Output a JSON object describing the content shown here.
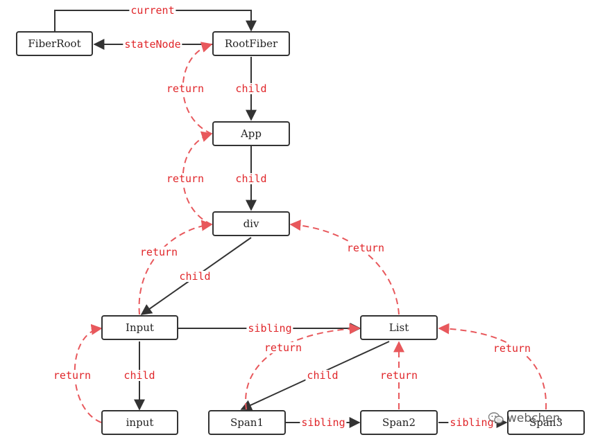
{
  "nodes": {
    "fiberroot": "FiberRoot",
    "rootfiber": "RootFiber",
    "app": "App",
    "div": "div",
    "input_comp": "Input",
    "list": "List",
    "input_el": "input",
    "span1": "Span1",
    "span2": "Span2",
    "span3": "Span3"
  },
  "edges": {
    "current": "current",
    "statenode": "stateNode",
    "child_rootfiber_app": "child",
    "return_app_rootfiber": "return",
    "child_app_div": "child",
    "return_div_app": "return",
    "child_div_input": "child",
    "return_input_div": "return",
    "return_list_div": "return",
    "sibling_input_list": "sibling",
    "child_input_input": "child",
    "return_input_el": "return",
    "child_list_span1": "child",
    "return_span1_list": "return",
    "return_span2_list": "return",
    "return_span3_list": "return",
    "sibling_span1_span2": "sibling",
    "sibling_span2_span3": "sibling"
  },
  "colors": {
    "solid_edge": "#333333",
    "dashed_edge": "#e8585c",
    "label": "#e0262a"
  },
  "watermark": {
    "icon": "wechat-icon",
    "text": "webchen"
  }
}
